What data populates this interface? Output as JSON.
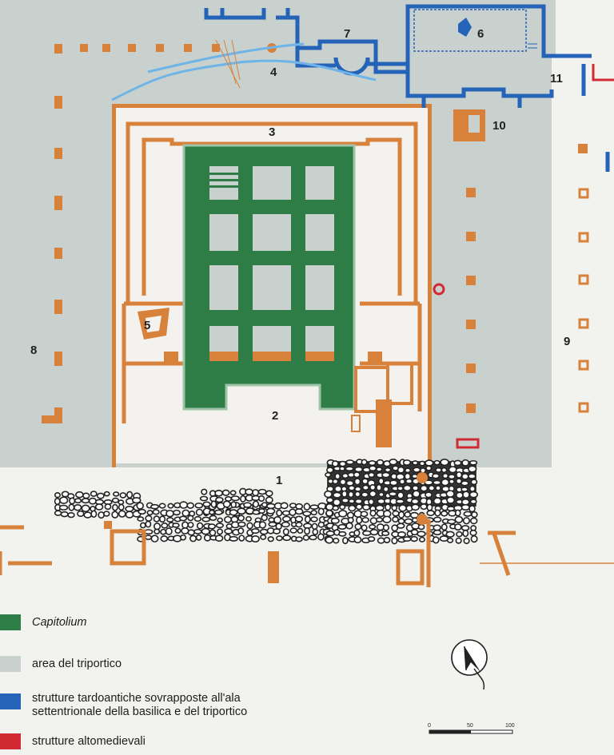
{
  "colors": {
    "capitolium": "#2e7d46",
    "triportico": "#c8d1cd",
    "tardoantiche": "#2563b8",
    "altomedievali": "#d22a33",
    "walls": "#d7813a"
  },
  "labels": {
    "n1": "1",
    "n2": "2",
    "n3": "3",
    "n4": "4",
    "n5": "5",
    "n6": "6",
    "n7": "7",
    "n8": "8",
    "n9": "9",
    "n10": "10",
    "n11": "11"
  },
  "legend": {
    "capitolium": "Capitolium",
    "triportico": "area del triportico",
    "tardoantiche_line1": "strutture tardoantiche sovrapposte all'ala",
    "tardoantiche_line2": "settentrionale della basilica e del triportico",
    "altomedievali": "strutture altomedievali"
  },
  "scale": {
    "t0": "0",
    "t50": "50",
    "t100": "100"
  },
  "icons": {
    "north_arrow": "north-arrow-icon"
  }
}
